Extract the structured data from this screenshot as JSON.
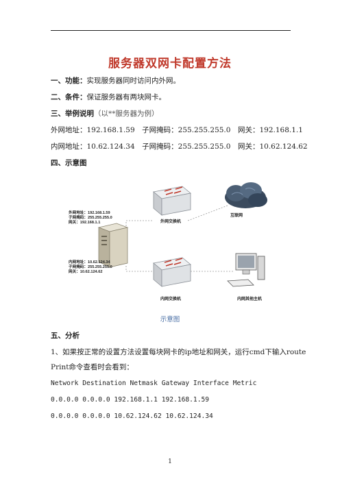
{
  "document": {
    "title": "服务器双网卡配置方法",
    "sections": {
      "s1_heading": "一、功能：",
      "s1_text": "实现服务器同时访问内外网。",
      "s2_heading": "二、条件：",
      "s2_text": "保证服务器有两块网卡。",
      "s3_heading": "三、举例说明",
      "s3_note": "（以**服务器为例）",
      "outer_line": "外网地址：192.168.1.59　子网掩码：255.255.255.0　网关：192.168.1.1",
      "inner_line": "内网地址：10.62.124.34　子网掩码：255.255.255.0　网关：10.62.124.62",
      "s4_heading": "四、示意图",
      "s5_heading": "五、分析",
      "analysis_line1": "1、如果按正常的设置方法设置每块网卡的ip地址和网关，运行cmd下输入route",
      "analysis_line2": "Print命令查看时会看到：",
      "route_header": "Network Destination Netmask Gateway Interface Metric",
      "route_row1": "0.0.0.0 0.0.0.0 192.168.1.1 192.168.1.59",
      "route_row2": "0.0.0.0 0.0.0.0 10.62.124.62 10.62.124.34"
    },
    "diagram": {
      "outer_info": [
        "外网地址：192.168.1.59",
        "子网掩码：255.255.255.0",
        "网关：192.168.1.1"
      ],
      "inner_info": [
        "内网地址：10.62.124.34",
        "子网掩码：255.255.255.0",
        "网关：10.62.124.62"
      ],
      "outer_switch_label": "外网交换机",
      "inner_switch_label": "内网交换机",
      "internet_label": "互联网",
      "host_label": "内网其他主机"
    },
    "caption": "示意图",
    "page_number": "1"
  }
}
